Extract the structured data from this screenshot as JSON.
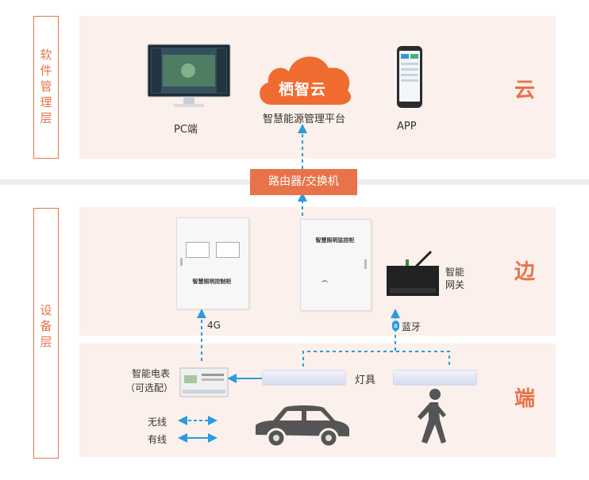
{
  "side_labels": {
    "software": "软件管理层",
    "device": "设备层"
  },
  "layers": {
    "cloud": "云",
    "edge": "边",
    "end": "端"
  },
  "cloud": {
    "logo_text": "栖智云",
    "platform_label": "智慧能源管理平台",
    "pc_label": "PC端",
    "app_label": "APP"
  },
  "router_label": "路由器/交换机",
  "edge": {
    "cabinet1_title": "智慧照明控制柜",
    "cabinet2_title": "智慧照明监控柜",
    "gateway_label": "智能网关"
  },
  "links": {
    "fourg": "4G",
    "bluetooth": "蓝牙"
  },
  "end": {
    "meter_label": "智能电表",
    "meter_optional": "（可选配）",
    "lamp_label": "灯具",
    "legend_wireless": "无线",
    "legend_wired": "有线"
  },
  "colors": {
    "accent": "#e8734a",
    "dashed": "#2a9be0",
    "band": "#fbf0eb"
  }
}
